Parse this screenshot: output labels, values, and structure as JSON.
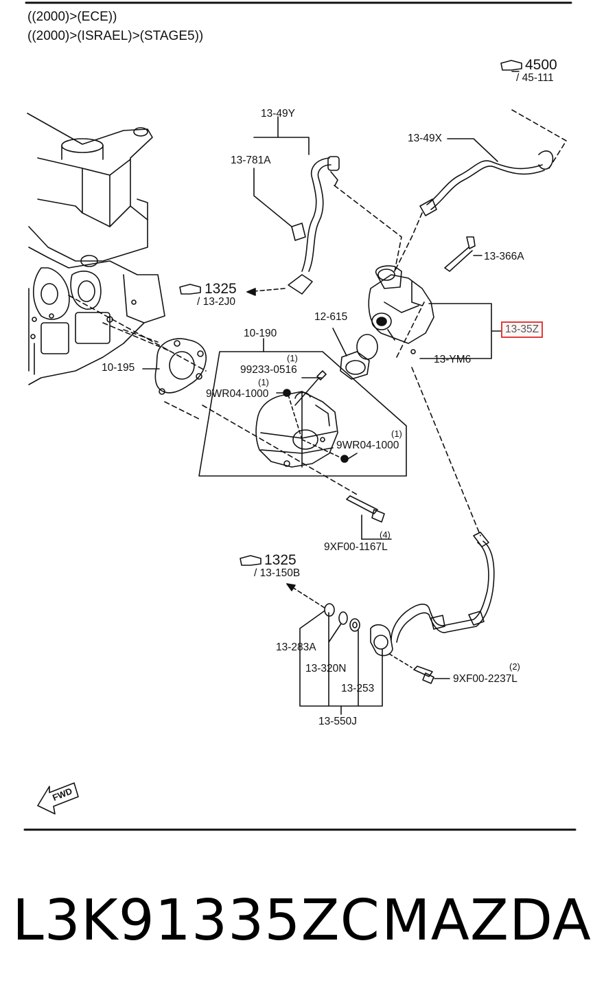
{
  "header": {
    "line1": "((2000)>(ECE))",
    "line2": "((2000)>(ISRAEL)>(STAGE5))"
  },
  "refs": [
    {
      "id": "ref-4500",
      "num": "4500",
      "sub": "/ 45-111"
    },
    {
      "id": "ref-1325-a",
      "num": "1325",
      "sub": "/ 13-2J0"
    },
    {
      "id": "ref-1325-b",
      "num": "1325",
      "sub": "/ 13-150B"
    }
  ],
  "labels": {
    "p13_49Y": "13-49Y",
    "p13_781A": "13-781A",
    "p13_49X": "13-49X",
    "p13_366A": "13-366A",
    "p12_615": "12-615",
    "p13_35Z": "13-35Z",
    "p13_YM6": "13-YM6",
    "p10_190": "10-190",
    "p10_195": "10-195",
    "p99233": "99233-0516",
    "p9WR_a": "9WR04-1000",
    "p9WR_b": "9WR04-1000",
    "p9XF_1167": "9XF00-1167L",
    "p9XF_2237": "9XF00-2237L",
    "p13_283A": "13-283A",
    "p13_320N": "13-320N",
    "p13_253": "13-253",
    "p13_550J": "13-550J"
  },
  "qty": {
    "q99233": "(1)",
    "q9WR_a": "(1)",
    "q9WR_b": "(1)",
    "q9XF_1167": "(4)",
    "q9XF_2237": "(2)"
  },
  "fwd_label": "FWD",
  "footer": {
    "part_number": "L3K91335ZC",
    "brand": "MAZDA"
  },
  "colors": {
    "highlight": "#e23b3b",
    "line": "#111111"
  }
}
